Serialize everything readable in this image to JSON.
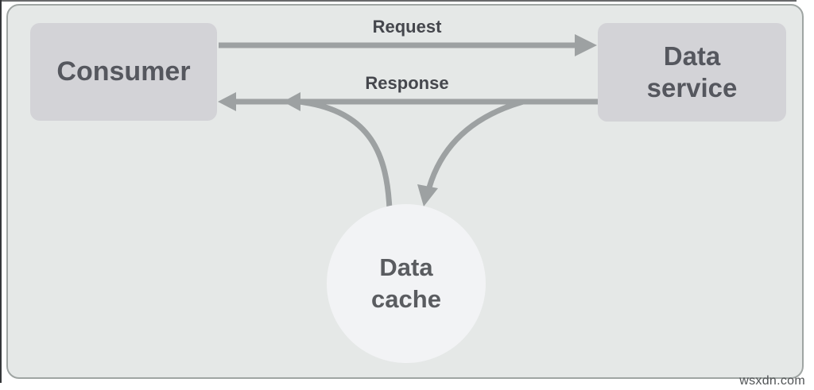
{
  "diagram": {
    "nodes": {
      "consumer": {
        "label": "Consumer"
      },
      "data_service": {
        "line1": "Data",
        "line2": "service"
      },
      "data_cache": {
        "line1": "Data",
        "line2": "cache"
      }
    },
    "edges": {
      "request": {
        "label": "Request",
        "direction": "consumer-to-data-service"
      },
      "response": {
        "label": "Response",
        "direction": "data-service-to-consumer"
      },
      "cache_write": {
        "direction": "data-service-to-data-cache"
      },
      "cache_read": {
        "direction": "data-cache-to-response-line"
      }
    }
  },
  "watermark": {
    "text": "wsxdn.com"
  },
  "colors": {
    "frame_bg": "#e5e8e7",
    "frame_border": "#9fa5a3",
    "node_fill": "#d3d3d7",
    "node_text": "#55575e",
    "cache_fill": "#f2f3f5",
    "cache_text": "#5a5c60",
    "arrow": "#9da1a2",
    "label_text": "#45474d",
    "watermark_text": "#515456",
    "artifact": "#353739"
  }
}
